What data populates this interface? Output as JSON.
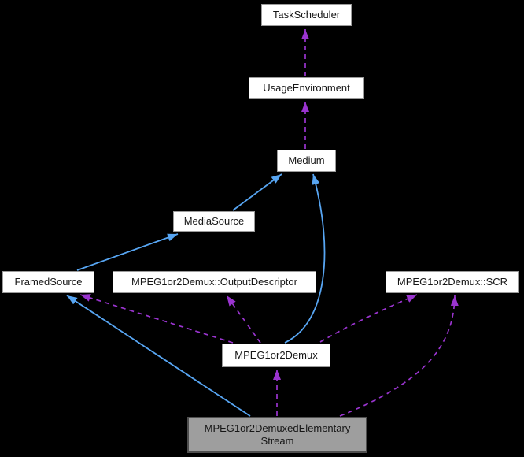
{
  "diagram": {
    "kind": "class collaboration graph",
    "background_color": "#000000",
    "colors": {
      "inheritance_edge": "#57a5f2",
      "usage_edge": "#9a34cf",
      "node_fill": "#ffffff",
      "node_border": "#9b9b9b",
      "node_text": "#161616",
      "current_node_fill": "#9e9e9e",
      "current_node_border": "#4f4f4f"
    },
    "nodes": [
      {
        "id": "task-scheduler",
        "label": "TaskScheduler",
        "current": false
      },
      {
        "id": "usage-environment",
        "label": "UsageEnvironment",
        "current": false
      },
      {
        "id": "medium",
        "label": "Medium",
        "current": false
      },
      {
        "id": "media-source",
        "label": "MediaSource",
        "current": false
      },
      {
        "id": "framed-source",
        "label": "FramedSource",
        "current": false
      },
      {
        "id": "output-descriptor",
        "label": "MPEG1or2Demux::OutputDescriptor",
        "current": false
      },
      {
        "id": "scr",
        "label": "MPEG1or2Demux::SCR",
        "current": false
      },
      {
        "id": "demux",
        "label": "MPEG1or2Demux",
        "current": false
      },
      {
        "id": "demuxed-elementary-stream",
        "label": "MPEG1or2DemuxedElementary Stream",
        "current": true
      }
    ],
    "edges": [
      {
        "from": "UsageEnvironment",
        "to": "TaskScheduler",
        "type": "usage"
      },
      {
        "from": "Medium",
        "to": "UsageEnvironment",
        "type": "usage"
      },
      {
        "from": "MediaSource",
        "to": "Medium",
        "type": "inheritance"
      },
      {
        "from": "FramedSource",
        "to": "MediaSource",
        "type": "inheritance"
      },
      {
        "from": "MPEG1or2Demux",
        "to": "Medium",
        "type": "inheritance"
      },
      {
        "from": "MPEG1or2Demux",
        "to": "FramedSource",
        "type": "usage"
      },
      {
        "from": "MPEG1or2Demux",
        "to": "MPEG1or2Demux::OutputDescriptor",
        "type": "usage"
      },
      {
        "from": "MPEG1or2Demux",
        "to": "MPEG1or2Demux::SCR",
        "type": "usage"
      },
      {
        "from": "MPEG1or2DemuxedElementaryStream",
        "to": "FramedSource",
        "type": "inheritance"
      },
      {
        "from": "MPEG1or2DemuxedElementaryStream",
        "to": "MPEG1or2Demux",
        "type": "usage"
      },
      {
        "from": "MPEG1or2DemuxedElementaryStream",
        "to": "MPEG1or2Demux::SCR",
        "type": "usage"
      }
    ]
  }
}
